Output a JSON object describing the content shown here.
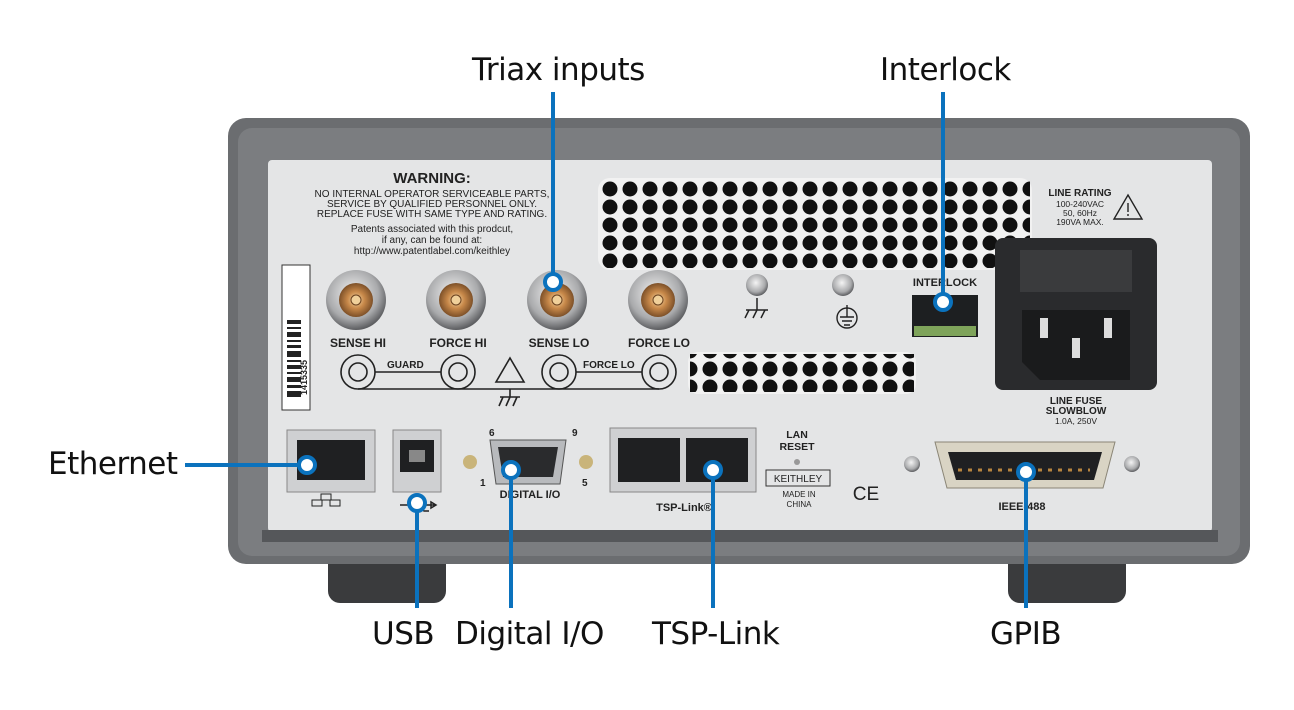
{
  "callouts": {
    "triax": "Triax inputs",
    "interlock": "Interlock",
    "ethernet": "Ethernet",
    "usb": "USB",
    "digital_io": "Digital I/O",
    "tsp_link": "TSP-Link",
    "gpib": "GPIB"
  },
  "panel": {
    "warning_title": "WARNING:",
    "warning_lines": [
      "NO INTERNAL OPERATOR SERVICEABLE PARTS,",
      "SERVICE BY QUALIFIED PERSONNEL ONLY.",
      "REPLACE FUSE WITH SAME TYPE AND RATING."
    ],
    "patent_lines": [
      "Patents associated with this prodcut,",
      "if any, can be found at:",
      "http://www.patentlabel.com/keithley"
    ],
    "serial": "1415335",
    "triax_labels": [
      "SENSE HI",
      "FORCE HI",
      "SENSE LO",
      "FORCE LO"
    ],
    "guard": "GUARD",
    "force_lo": "FORCE LO",
    "interlock": "INTERLOCK",
    "line_rating": "LINE RATING",
    "line_rating_lines": [
      "100-240VAC",
      "50, 60Hz",
      "190VA MAX."
    ],
    "line_fuse": "LINE FUSE",
    "slowblow": "SLOWBLOW",
    "fuse_rating": "1.0A, 250V",
    "lan_reset": [
      "LAN",
      "RESET"
    ],
    "brand": "KEITHLEY",
    "made_in": [
      "MADE IN",
      "CHINA"
    ],
    "ce": "CE",
    "digital_io": "DIGITAL I/O",
    "dio_pins": [
      "6",
      "9",
      "1",
      "5"
    ],
    "tsp_link": "TSP-Link®",
    "ieee": "IEEE-488"
  },
  "colors": {
    "callout": "#0b72bd",
    "chassis": "#6b6d70",
    "panel": "#e4e5e6"
  }
}
